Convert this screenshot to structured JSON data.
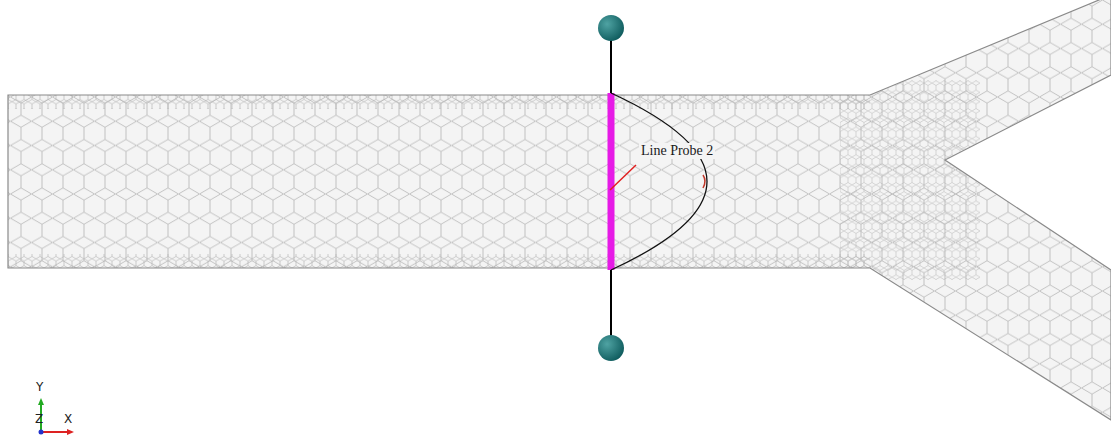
{
  "diagram": {
    "labels": [
      "Line Probe 2",
      "Y",
      "Z",
      "X"
    ]
  }
}
